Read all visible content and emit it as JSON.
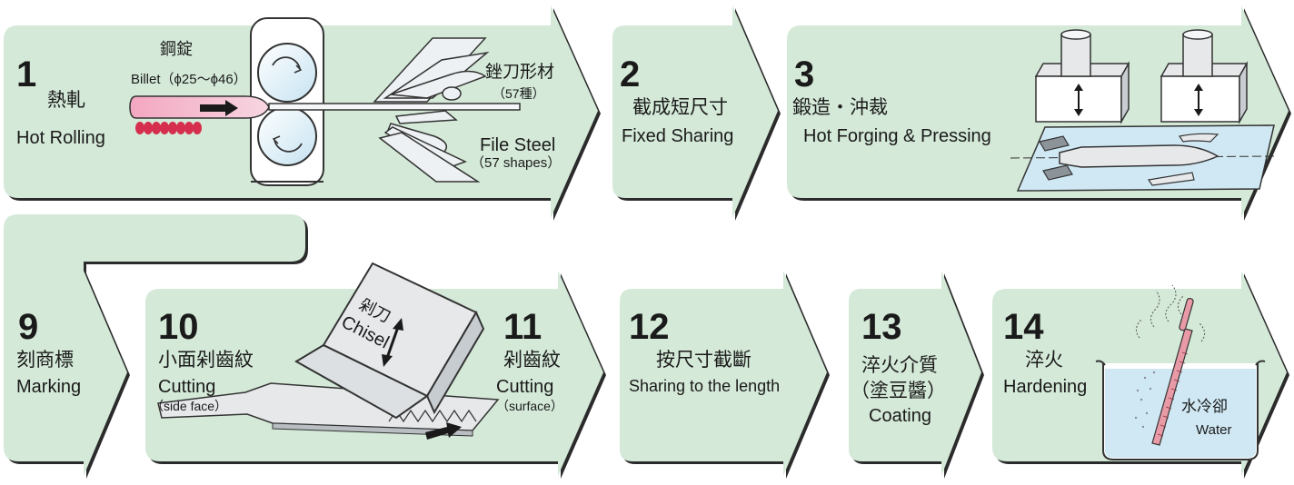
{
  "colors": {
    "arrow_fill": "#d4e9d8",
    "arrow_shadow": "#2b2b2b",
    "billet": "#e88aa8",
    "flame": "#d62e4f",
    "water": "#cfe8f3",
    "steel": "#e6e8ea"
  },
  "steps": [
    {
      "num": "1",
      "cn": "熱軋",
      "en": "Hot Rolling"
    },
    {
      "num": "2",
      "cn": "截成短尺寸",
      "en": "Fixed Sharing"
    },
    {
      "num": "3",
      "cn": "鍛造・沖裁",
      "en": "Hot Forging & Pressing"
    },
    {
      "num": "9",
      "cn": "刻商標",
      "en": "Marking"
    },
    {
      "num": "10",
      "cn": "小面剁齒紋",
      "en": "Cutting",
      "note": "（side face）"
    },
    {
      "num": "11",
      "cn": "剁齒紋",
      "en": "Cutting",
      "note": "（surface）"
    },
    {
      "num": "12",
      "cn": "按尺寸截斷",
      "en": "Sharing to the length"
    },
    {
      "num": "13",
      "cn": "淬火介質",
      "cn2": "（塗豆醬）",
      "en": "Coating"
    },
    {
      "num": "14",
      "cn": "淬火",
      "en": "Hardening"
    }
  ],
  "rolling": {
    "billet_cn": "鋼錠",
    "billet_en": "Billet（ϕ25～ϕ46）",
    "file_cn": "銼刀形材",
    "file_cn_count": "（57種）",
    "file_en": "File Steel",
    "file_en_count": "（57 shapes）"
  },
  "chisel": {
    "cn": "剁刀",
    "en": "Chisel"
  },
  "water": {
    "cn": "水冷卻",
    "en": "Water"
  }
}
